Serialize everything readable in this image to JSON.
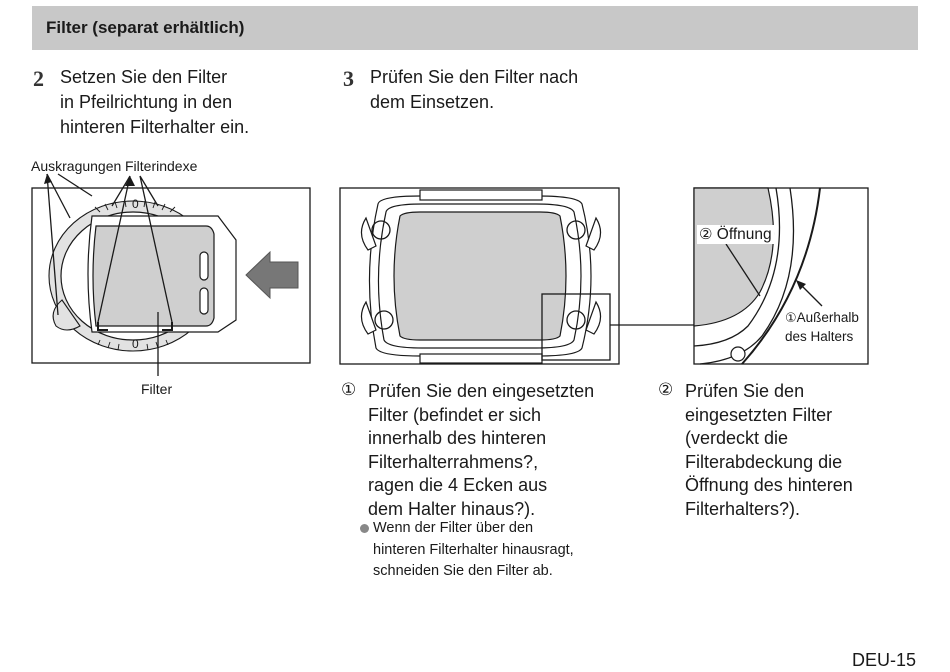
{
  "header": {
    "title": "Filter (separat erhältlich)"
  },
  "steps": [
    {
      "number": "2",
      "text": "Setzen Sie den Filter\nin Pfeilrichtung in den\nhinteren Filterhalter ein."
    },
    {
      "number": "3",
      "text": "Prüfen Sie den Filter nach\ndem Einsetzen."
    }
  ],
  "figure1": {
    "label_protrusions": "Auskragungen",
    "label_indexes": "Filterindexe",
    "label_filter": "Filter",
    "scale_top": "0",
    "scale_bottom": "0"
  },
  "figure3": {
    "opening_marker": "②",
    "opening_label": "Öffnung",
    "outside_marker": "①",
    "outside_label_line1": "Außerhalb",
    "outside_label_line2": "des Halters"
  },
  "check1": {
    "marker": "①",
    "text": "Prüfen Sie den eingesetzten\nFilter (befindet er sich\ninnerhalb des hinteren\nFilterhalterrahmens?,\nragen die 4 Ecken aus\ndem Halter hinaus?).",
    "bullet_text": "Wenn der Filter über den\nhinteren Filterhalter hinausragt,\nschneiden Sie den Filter ab."
  },
  "check2": {
    "marker": "②",
    "text": "Prüfen Sie den\neingesetzten Filter\n(verdeckt die\nFilterabdeckung die\nÖffnung des hinteren\nFilterhalters?)."
  },
  "footer": {
    "page_number": "DEU-15"
  }
}
